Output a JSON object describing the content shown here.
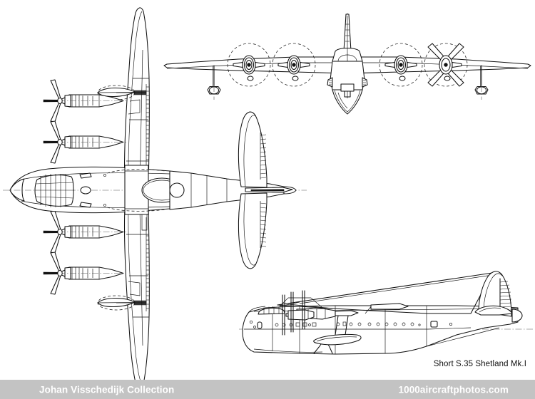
{
  "image": {
    "subject": "Short S.35 Shetland Mk.I",
    "caption": "Short S.35 Shetland Mk.I",
    "background_color": "#ffffff",
    "line_color": "#111111"
  },
  "footer": {
    "background_color": "#c3c3c3",
    "text_color": "#ffffff",
    "left_label": "Johan Visschedijk Collection",
    "right_label": "1000aircraftphotos.com"
  },
  "views": [
    {
      "id": "plan-view",
      "name": "plan-view",
      "orientation": "vertical",
      "engines": 4,
      "propeller_blades": 4,
      "description": "top-down plan view, nose to the left, wings vertical"
    },
    {
      "id": "front-view",
      "name": "front-view",
      "engines": 4,
      "propeller_discs": 4,
      "wingtip_floats": 2,
      "description": "head-on front elevation with dashed propeller discs"
    },
    {
      "id": "side-view",
      "name": "side-view",
      "engines": 4,
      "description": "port side elevation of the flying boat hull"
    }
  ]
}
